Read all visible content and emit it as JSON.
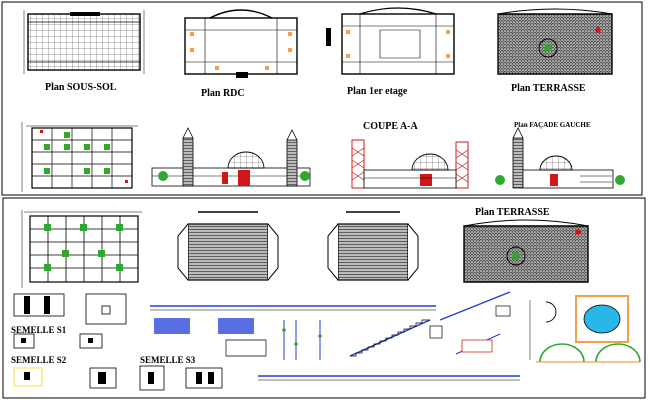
{
  "sheet_top": {
    "labels": {
      "plan_sous_sol": "Plan SOUS-SOL",
      "plan_rdc": "Plan RDC",
      "plan_1er_etage": "Plan 1er etage",
      "plan_terrasse": "Plan TERRASSE",
      "coupe_aa": "COUPE A-A",
      "plan_facade_gauche": "Plan FAÇADE GAUCHE"
    }
  },
  "sheet_bottom": {
    "labels": {
      "plan_terrasse": "Plan TERRASSE",
      "semelle_s1": "SEMELLE S1",
      "semelle_s2": "SEMELLE S2",
      "semelle_s3": "SEMELLE S3"
    }
  },
  "colors": {
    "line": "#000000",
    "accent_orange": "#f2a14a",
    "accent_red": "#d01818",
    "accent_green": "#2fa82f",
    "accent_blue": "#1f3fd6",
    "accent_cyan": "#29b6e8",
    "accent_yellow": "#f4e04a",
    "accent_magenta": "#c020c0"
  }
}
